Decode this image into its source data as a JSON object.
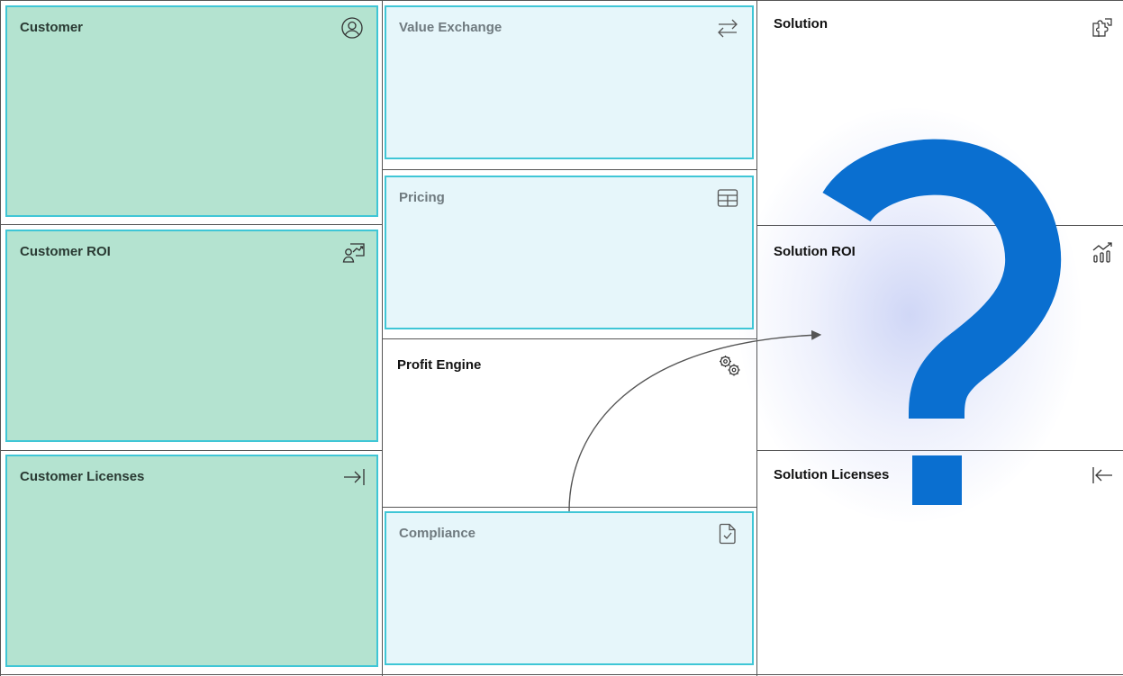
{
  "canvas": {
    "customer": {
      "label": "Customer",
      "icon": "user-circle-icon"
    },
    "customer_roi": {
      "label": "Customer ROI",
      "icon": "presentation-chart-icon"
    },
    "customer_licenses": {
      "label": "Customer Licenses",
      "icon": "arrow-right-to-bar-icon"
    },
    "value_exchange": {
      "label": "Value Exchange",
      "icon": "swap-arrows-icon"
    },
    "pricing": {
      "label": "Pricing",
      "icon": "table-icon"
    },
    "profit_engine": {
      "label": "Profit Engine",
      "icon": "gears-icon"
    },
    "compliance": {
      "label": "Compliance",
      "icon": "document-check-icon"
    },
    "solution": {
      "label": "Solution",
      "icon": "puzzle-icon"
    },
    "solution_roi": {
      "label": "Solution ROI",
      "icon": "bar-chart-trend-icon"
    },
    "solution_licenses": {
      "label": "Solution Licenses",
      "icon": "arrow-left-from-bar-icon"
    }
  },
  "overlay": {
    "symbol": "?",
    "symbol_color": "#0a6fd0",
    "arrow_color": "#555555"
  },
  "colors": {
    "tile_green": "#b4e3d0",
    "tile_blue": "#e6f6fa",
    "tile_border": "#3fc6d6",
    "grid_line": "#555555"
  }
}
